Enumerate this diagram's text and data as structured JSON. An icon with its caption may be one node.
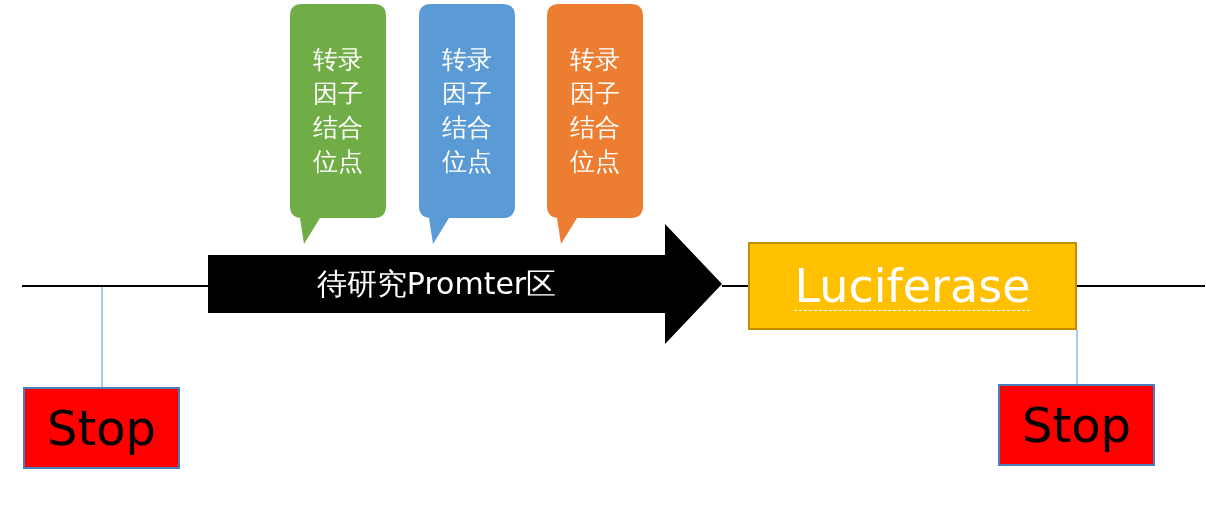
{
  "diagram": {
    "nodes": [
      {
        "text": [
          "转录因子结合位点"
        ]
      },
      {
        "text": [
          "转录因子结合位点"
        ]
      },
      {
        "text": [
          "转录因子结合位点"
        ]
      },
      {
        "text": [
          "待研究Promter区"
        ]
      },
      {
        "text": [
          "Luciferase"
        ]
      },
      {
        "text": [
          "Stop"
        ]
      },
      {
        "text": [
          "Stop"
        ]
      }
    ],
    "edges": [
      {
        "from": null,
        "to": 3,
        "arrow": "none"
      },
      {
        "from": 3,
        "to": 4,
        "arrow": "none"
      },
      {
        "from": 4,
        "to": null,
        "arrow": "none"
      },
      {
        "from": 5,
        "to": null,
        "arrow": "none",
        "color": "#5b9bd5"
      },
      {
        "from": 6,
        "to": 4,
        "arrow": "none",
        "color": "#5b9bd5"
      }
    ]
  }
}
